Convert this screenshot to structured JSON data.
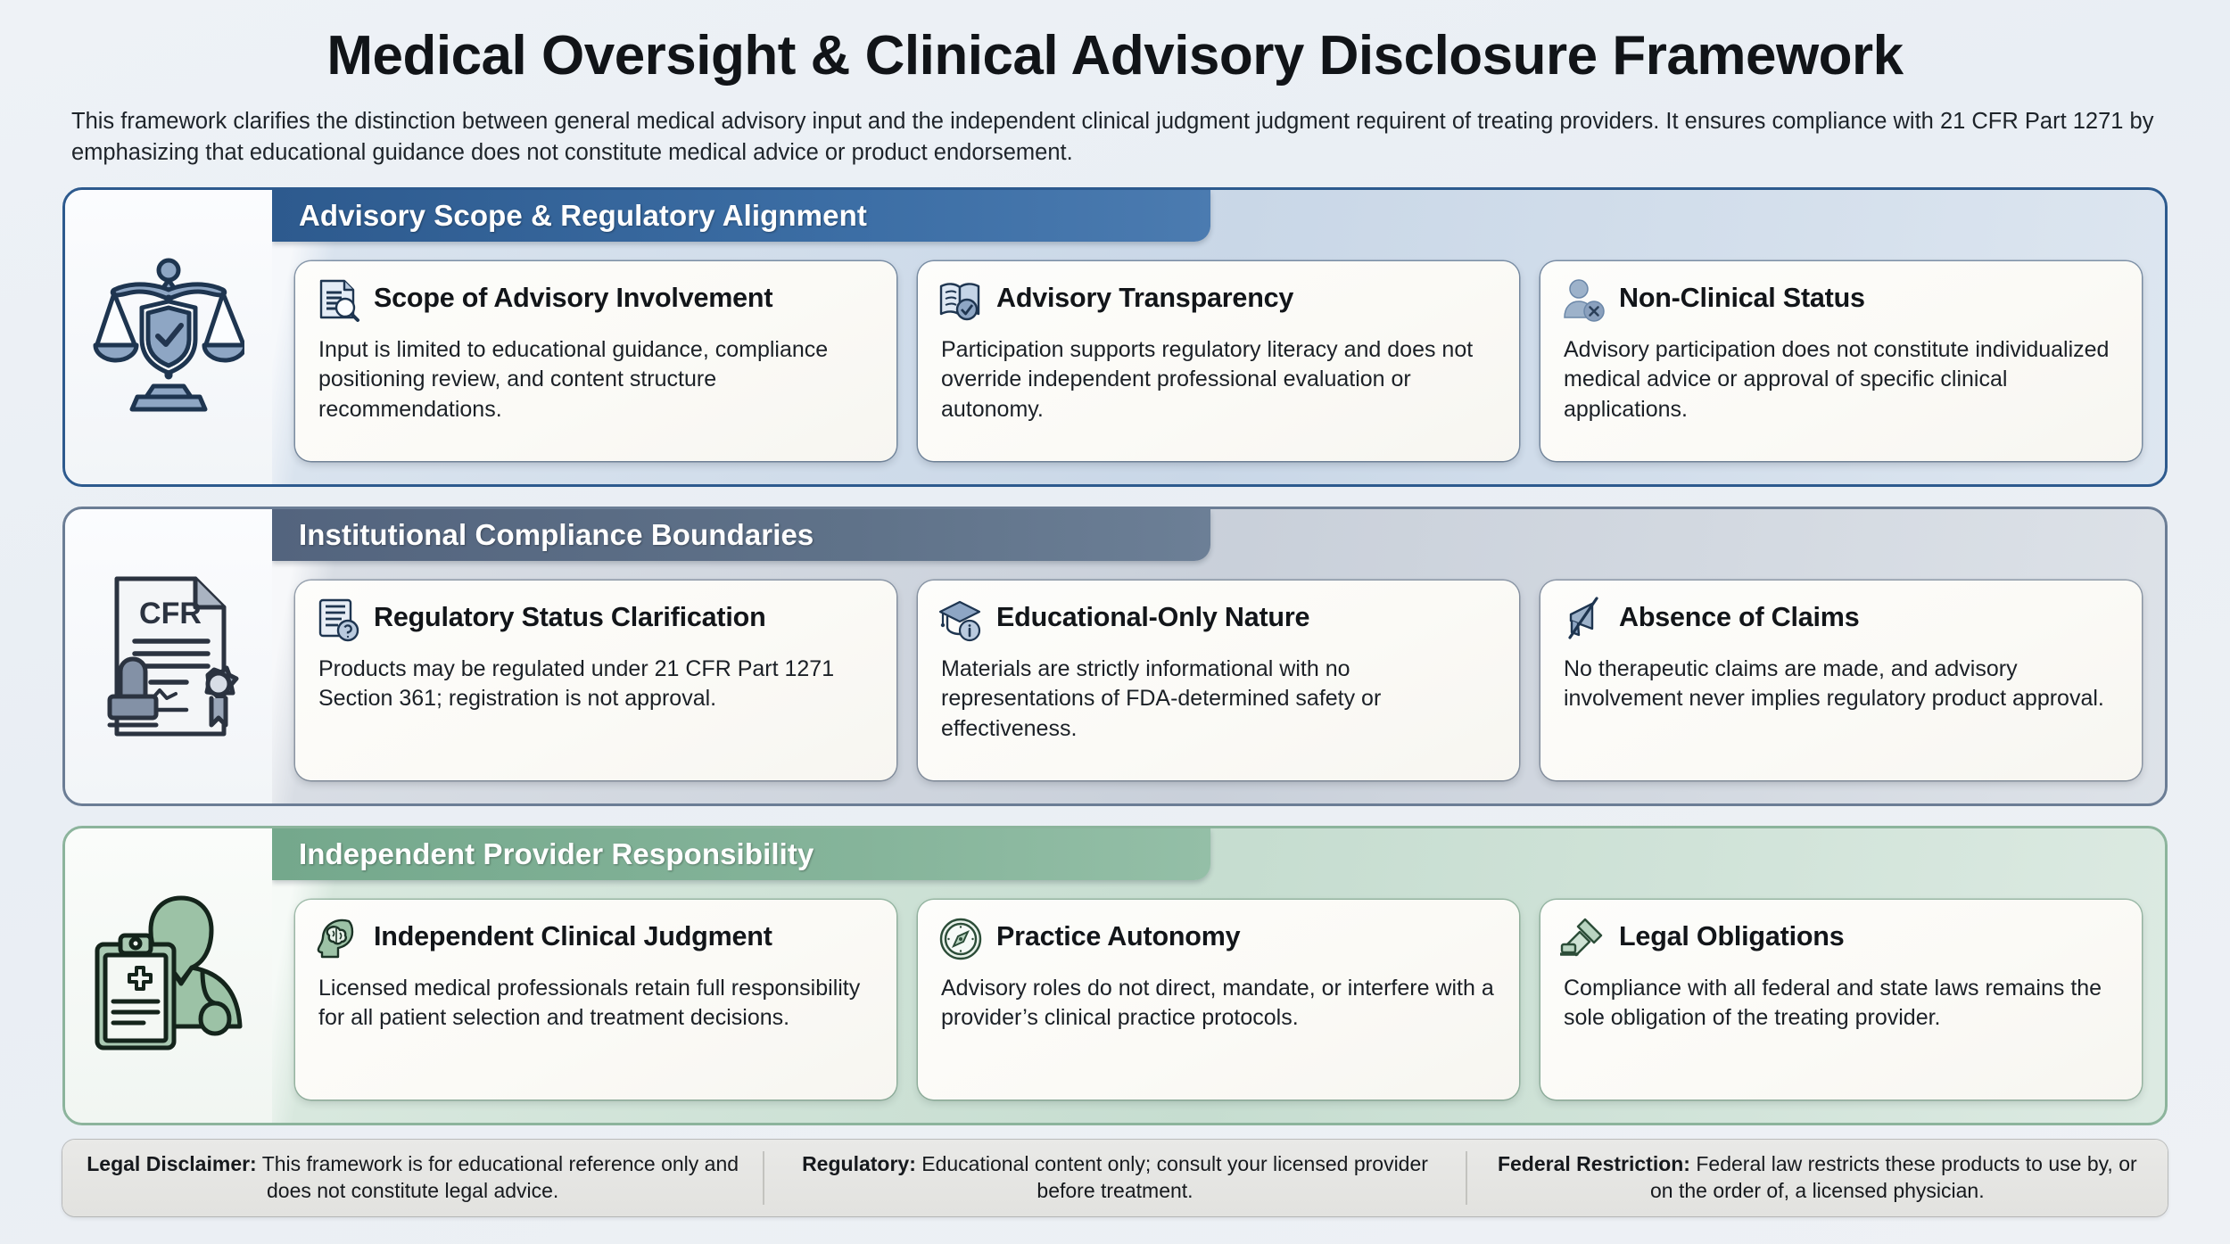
{
  "header": {
    "title": "Medical Oversight & Clinical Advisory Disclosure Framework",
    "subtitle": "This framework clarifies the distinction between general medical advisory input and the independent clinical judgment judgment requirent of treating providers. It ensures compliance with 21 CFR Part 1271 by emphasizing that educational guidance does not constitute medical advice or product endorsement."
  },
  "colors": {
    "section1_header": "#2d5a8e",
    "section2_header": "#5f7289",
    "section3_header": "#85b49a",
    "page_background": "#eef2f6",
    "card_background": "#fbfaf6",
    "footer_background": "#e5e5e2"
  },
  "sections": [
    {
      "id": "advisory-scope",
      "title": "Advisory Scope & Regulatory Alignment",
      "theme": "blue",
      "side_icon": "scales-of-justice-shield-icon",
      "cards": [
        {
          "icon": "document-magnifier-icon",
          "title": "Scope of Advisory Involvement",
          "desc": "Input is limited to educational guidance, compliance positioning review, and content structure recommendations."
        },
        {
          "icon": "open-book-check-icon",
          "title": "Advisory Transparency",
          "desc": "Participation supports regulatory literacy and does not override independent professional evaluation or autonomy."
        },
        {
          "icon": "user-excluded-icon",
          "title": "Non-Clinical Status",
          "desc": "Advisory participation does not constitute individualized medical advice or approval of specific clinical applications."
        }
      ]
    },
    {
      "id": "institutional-compliance",
      "title": "Institutional Compliance Boundaries",
      "theme": "slate",
      "side_icon": "cfr-certificate-stamp-icon",
      "cards": [
        {
          "icon": "document-question-icon",
          "title": "Regulatory Status Clarification",
          "desc": "Products may be regulated under 21 CFR Part 1271 Section 361; registration is not approval."
        },
        {
          "icon": "graduation-cap-info-icon",
          "title": "Educational-Only Nature",
          "desc": "Materials are strictly informational with no representations of FDA-determined safety or effectiveness."
        },
        {
          "icon": "megaphone-slashed-icon",
          "title": "Absence of Claims",
          "desc": "No therapeutic claims are made, and advisory involvement never implies regulatory product approval."
        }
      ]
    },
    {
      "id": "provider-responsibility",
      "title": "Independent Provider Responsibility",
      "theme": "green",
      "side_icon": "clinician-clipboard-stethoscope-icon",
      "cards": [
        {
          "icon": "head-brain-icon",
          "title": "Independent Clinical Judgment",
          "desc": "Licensed medical professionals retain full responsibility for all patient selection and treatment decisions."
        },
        {
          "icon": "compass-icon",
          "title": "Practice Autonomy",
          "desc": "Advisory roles do not direct, mandate, or interfere with a provider’s clinical practice protocols."
        },
        {
          "icon": "gavel-icon",
          "title": "Legal Obligations",
          "desc": "Compliance with all federal and state laws remains the sole obligation of the treating provider."
        }
      ]
    }
  ],
  "footer": [
    {
      "label": "Legal Disclaimer:",
      "text": " This framework is for educational reference only and does not constitute legal advice."
    },
    {
      "label": "Regulatory:",
      "text": " Educational content only; consult your licensed provider before treatment."
    },
    {
      "label": "Federal Restriction:",
      "text": " Federal law restricts these products to use by, or on the order of, a licensed physician."
    }
  ]
}
